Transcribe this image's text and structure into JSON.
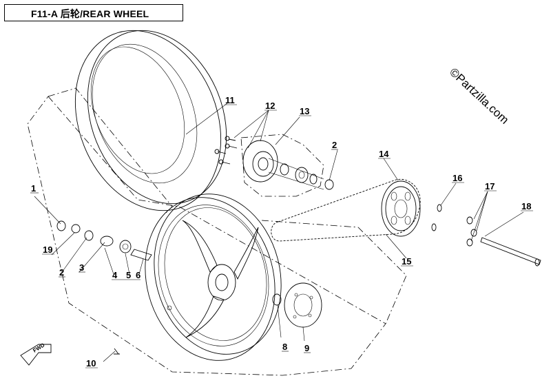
{
  "header": {
    "title": "F11-A  后轮/REAR WHEEL"
  },
  "watermark": "©Partzilla.com",
  "fwd_arrow": {
    "label": "FWD"
  },
  "callouts": [
    {
      "id": "c1",
      "label": "1"
    },
    {
      "id": "c2a",
      "label": "2"
    },
    {
      "id": "c2b",
      "label": "2"
    },
    {
      "id": "c3",
      "label": "3"
    },
    {
      "id": "c4",
      "label": "4"
    },
    {
      "id": "c5",
      "label": "5"
    },
    {
      "id": "c6",
      "label": "6"
    },
    {
      "id": "c8",
      "label": "8"
    },
    {
      "id": "c9",
      "label": "9"
    },
    {
      "id": "c10",
      "label": "10"
    },
    {
      "id": "c11",
      "label": "11"
    },
    {
      "id": "c12",
      "label": "12"
    },
    {
      "id": "c13",
      "label": "13"
    },
    {
      "id": "c14",
      "label": "14"
    },
    {
      "id": "c15",
      "label": "15"
    },
    {
      "id": "c16",
      "label": "16"
    },
    {
      "id": "c17",
      "label": "17"
    },
    {
      "id": "c18",
      "label": "18"
    },
    {
      "id": "c19",
      "label": "19"
    }
  ]
}
